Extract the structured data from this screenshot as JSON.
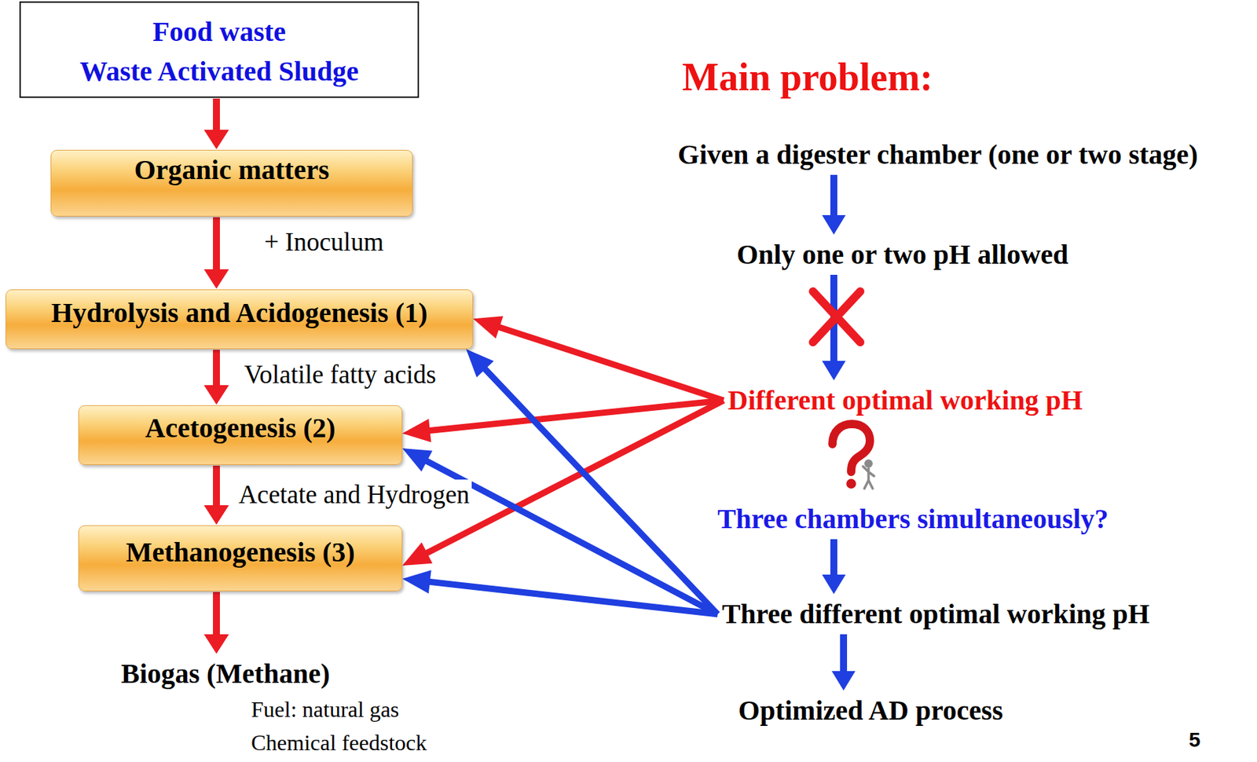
{
  "diagram": {
    "nodes": [
      {
        "text": [
          "Food waste",
          "Waste Activated Sludge"
        ]
      },
      {
        "text": [
          "Organic matters"
        ]
      },
      {
        "text": [
          "Hydrolysis and Acidogenesis (1)"
        ]
      },
      {
        "text": [
          "Acetogenesis (2)"
        ]
      },
      {
        "text": [
          "Methanogenesis (3)"
        ]
      },
      {
        "text": [
          "Biogas (Methane)"
        ]
      },
      {
        "text": [
          "Given a digester chamber (one or two stage)"
        ]
      },
      {
        "text": [
          "Only one or two pH allowed"
        ]
      },
      {
        "text": [
          "Different optimal working pH"
        ]
      },
      {
        "text": [
          "Three chambers simultaneously?"
        ]
      },
      {
        "text": [
          "Three different optimal working pH"
        ]
      },
      {
        "text": [
          "Optimized AD process"
        ]
      }
    ],
    "edges": [
      {
        "from": 0,
        "to": 1,
        "arrow": "to"
      },
      {
        "from": 1,
        "to": 2,
        "label": "+ Inoculum",
        "arrow": "to"
      },
      {
        "from": 2,
        "to": 3,
        "label": "Volatile fatty acids",
        "arrow": "to"
      },
      {
        "from": 3,
        "to": 4,
        "label": "Acetate and Hydrogen",
        "arrow": "to"
      },
      {
        "from": 4,
        "to": 5,
        "arrow": "to"
      },
      {
        "from": 8,
        "to": 2,
        "arrow": "to"
      },
      {
        "from": 8,
        "to": 3,
        "arrow": "to"
      },
      {
        "from": 8,
        "to": 4,
        "arrow": "to"
      },
      {
        "from": 10,
        "to": 2,
        "arrow": "to"
      },
      {
        "from": 10,
        "to": 3,
        "arrow": "to"
      },
      {
        "from": 10,
        "to": 4,
        "arrow": "to"
      },
      {
        "from": 6,
        "to": 7,
        "arrow": "to"
      },
      {
        "from": 7,
        "to": 8,
        "arrow": "to"
      },
      {
        "from": 9,
        "to": 10,
        "arrow": "to"
      },
      {
        "from": 10,
        "to": 11,
        "arrow": "to"
      }
    ],
    "labels": [
      "Main problem:",
      "Fuel: natural gas",
      "Chemical feedstock",
      "5"
    ]
  }
}
